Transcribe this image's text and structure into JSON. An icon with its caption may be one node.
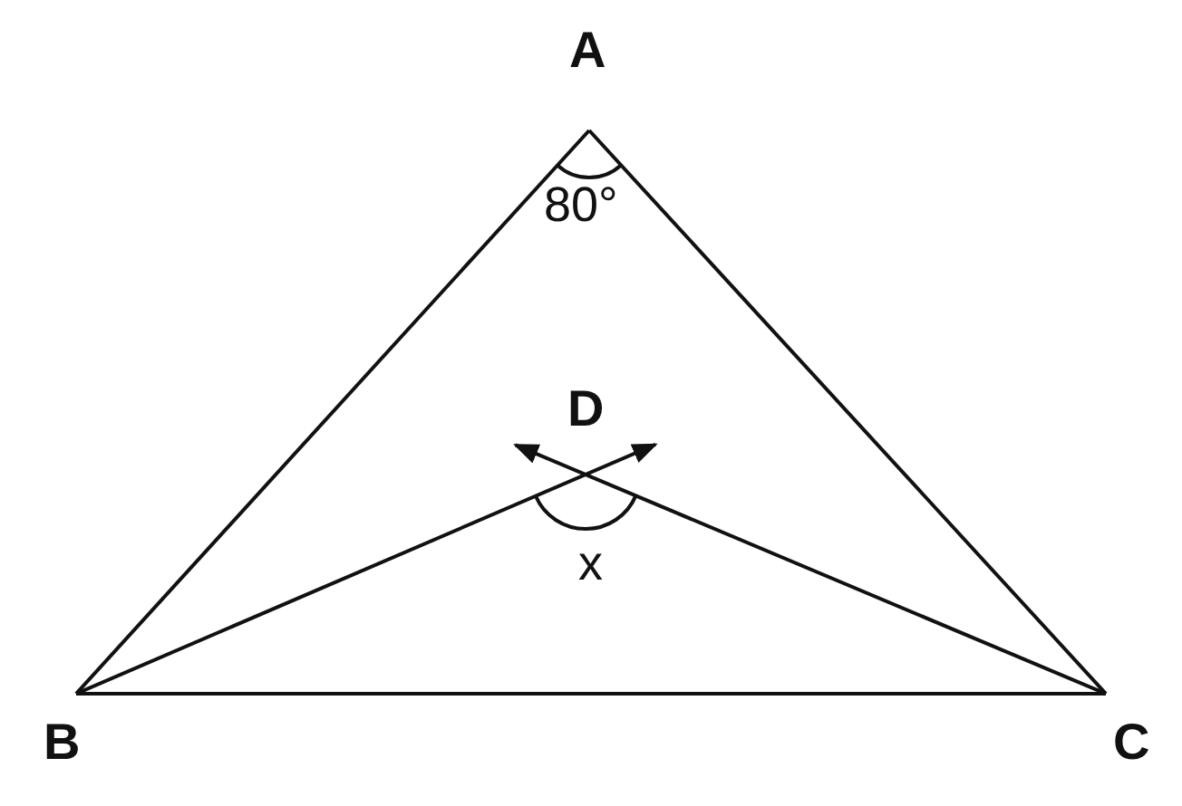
{
  "diagram": {
    "nodes": [
      {
        "text": [
          "A"
        ]
      },
      {
        "text": [
          "B"
        ]
      },
      {
        "text": [
          "C"
        ]
      },
      {
        "text": [
          "D"
        ]
      }
    ],
    "edges": [
      {
        "from": 0,
        "to": 1,
        "arrow": "none"
      },
      {
        "from": 0,
        "to": 2,
        "arrow": "none"
      },
      {
        "from": 1,
        "to": 2,
        "arrow": "none"
      },
      {
        "from": 1,
        "to": 3,
        "arrow": "to"
      },
      {
        "from": 2,
        "to": 3,
        "arrow": "to"
      }
    ],
    "labels": [
      "80°",
      "x"
    ]
  }
}
